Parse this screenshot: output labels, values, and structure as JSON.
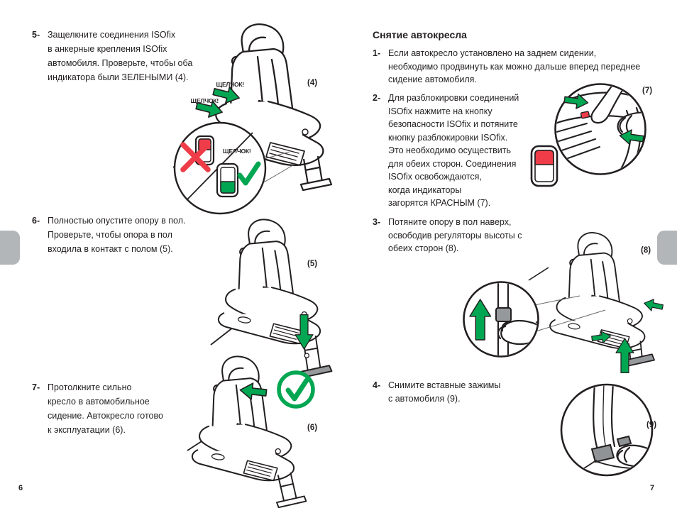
{
  "colors": {
    "green": "#00A651",
    "red": "#EE3D48",
    "ink": "#231f20",
    "tab_gray": "#b2b6b9",
    "part_gray": "#96999c"
  },
  "left_page": {
    "page_number": "6",
    "steps": [
      {
        "num": "5-",
        "text": "Защелкните соединения ISOfix\nв анкерные крепления ISOfix\nавтомобиля. Проверьте, чтобы оба\nиндикатора были ЗЕЛЕНЫМИ (4)."
      },
      {
        "num": "6-",
        "text": "Полностью опустите опору в пол.\nПроверьте, чтобы опора в пол\nвходила в контакт с полом (5)."
      },
      {
        "num": "7-",
        "text": "Протолкните сильно\nкресло в автомобильное\nсидение. Автокресло готово\nк эксплуатации (6)."
      }
    ],
    "fig4": {
      "label": "(4)",
      "click1": "ЩЕЛЧОК!",
      "click2": "ЩЕЛЧОК!",
      "click_inset": "ЩЕЛЧОК!"
    },
    "fig5": {
      "label": "(5)"
    },
    "fig6": {
      "label": "(6)"
    }
  },
  "right_page": {
    "page_number": "7",
    "heading": "Снятие автокресла",
    "steps": [
      {
        "num": "1-",
        "text": "Если автокресло установлено на заднем сидении,\nнеобходимо продвинуть как можно дальше вперед переднее\nсидение автомобиля."
      },
      {
        "num": "2-",
        "text": "Для разблокировки соединений\nISOfix нажмите на кнопку\nбезопасности ISOfix и потяните\nкнопку разблокировки ISOfix.\nЭто необходимо осуществить\nдля обеих сторон. Соединения\nISOfix освобождаются,\nкогда индикаторы\nзагорятся КРАСНЫМ (7)."
      },
      {
        "num": "3-",
        "text": "Потяните опору в пол наверх,\nосвободив регуляторы высоты с\nобеих сторон (8)."
      },
      {
        "num": "4-",
        "text": "Снимите вставные зажимы\nс автомобиля (9)."
      }
    ],
    "fig7": {
      "label": "(7)"
    },
    "fig8": {
      "label": "(8)"
    },
    "fig9": {
      "label": "(9)"
    }
  }
}
